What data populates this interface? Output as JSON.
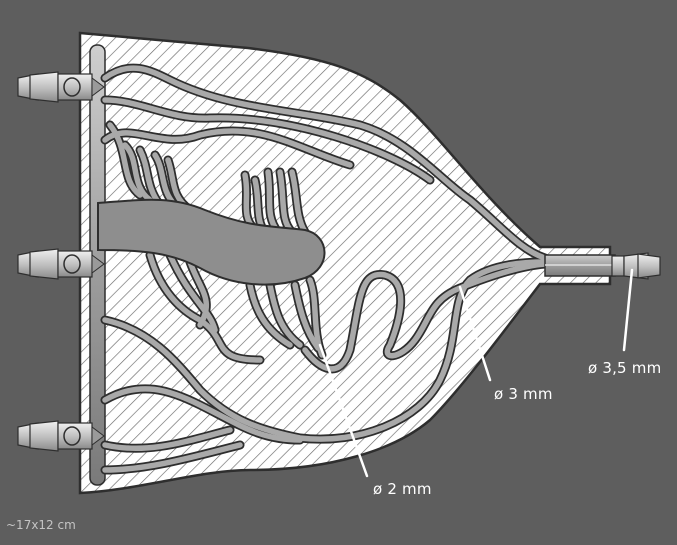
{
  "labels": {
    "channel_small": "ø 2 mm",
    "channel_medium": "ø 3 mm",
    "outlet_diameter": "ø 3,5 mm",
    "dimensions": "~17x12 cm"
  },
  "colors": {
    "background": "#5e5e5e",
    "part_fill": "#ffffff",
    "hatch": "#6a6a6a",
    "outline": "#2e2e2e",
    "channel": "#a9a9a9",
    "leader": "#ffffff"
  },
  "icons": {
    "fitting": "barbed-hose-connector-icon"
  }
}
